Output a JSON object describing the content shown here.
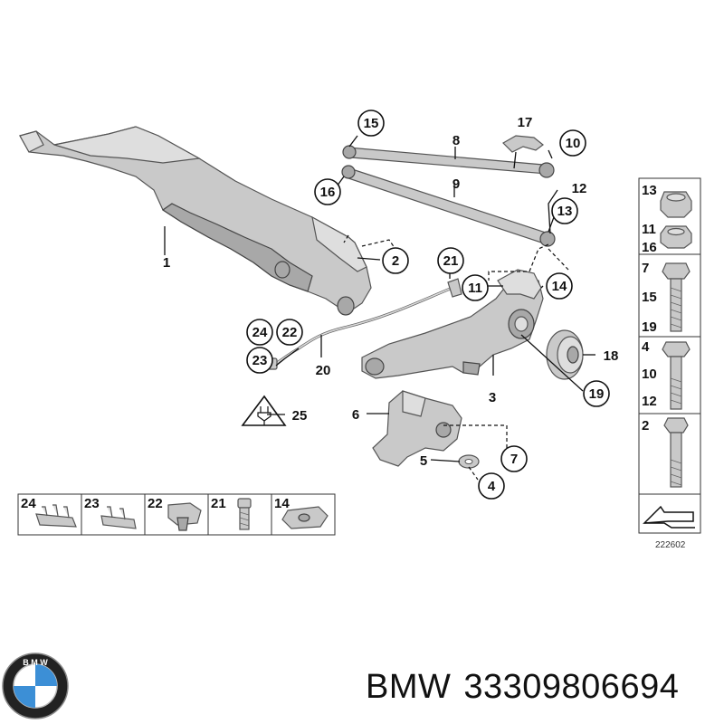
{
  "diagram": {
    "callouts": {
      "c1": "1",
      "c2": "2",
      "c3": "3",
      "c4": "4",
      "c5": "5",
      "c6": "6",
      "c7": "7",
      "c8": "8",
      "c9": "9",
      "c10": "10",
      "c11": "11",
      "c12": "12",
      "c13": "13",
      "c14": "14",
      "c15": "15",
      "c16": "16",
      "c17": "17",
      "c18": "18",
      "c19": "19",
      "c20": "20",
      "c21": "21",
      "c22": "22",
      "c23": "23",
      "c24": "24",
      "c25": "25"
    },
    "hardware_table": {
      "r1": [
        "13",
        "11",
        "16"
      ],
      "r2": [
        "7",
        "15",
        "19"
      ],
      "r3": [
        "4",
        "10",
        "12"
      ],
      "r4": [
        "2"
      ]
    },
    "clip_strip": [
      "24",
      "23",
      "22",
      "21",
      "14"
    ],
    "diagram_code": "222602"
  },
  "footer": {
    "brand": "BMW",
    "part_number": "33309806694"
  }
}
